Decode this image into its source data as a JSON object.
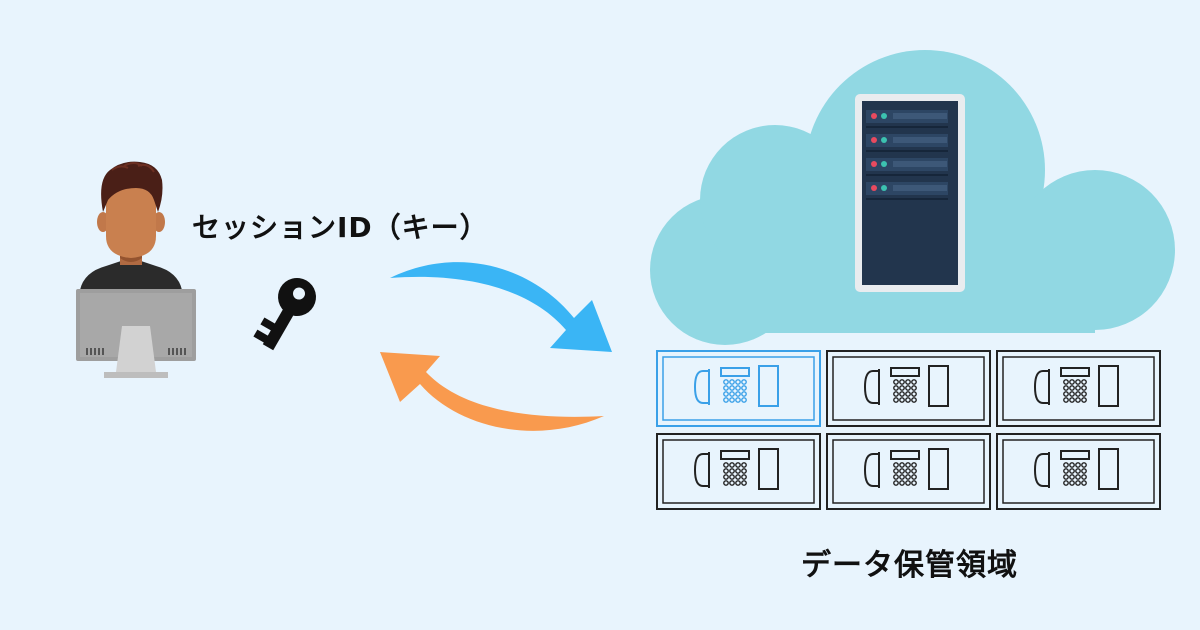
{
  "labels": {
    "session_id": "セッションID（キー）",
    "storage": "データ保管領域"
  },
  "colors": {
    "background": "#e8f4fd",
    "cloud": "#91d8e3",
    "server_body": "#22354d",
    "arrow_request": "#3ab5f5",
    "arrow_response": "#f99a4e",
    "safe_highlight": "#3aa0e8",
    "safe_default": "#222222"
  },
  "icons": {
    "user": "user-at-computer-icon",
    "key": "key-icon",
    "server": "server-rack-icon",
    "cloud": "cloud-icon",
    "safe": "safe-icon"
  },
  "safes": {
    "total": 6,
    "highlighted_index": 0
  }
}
